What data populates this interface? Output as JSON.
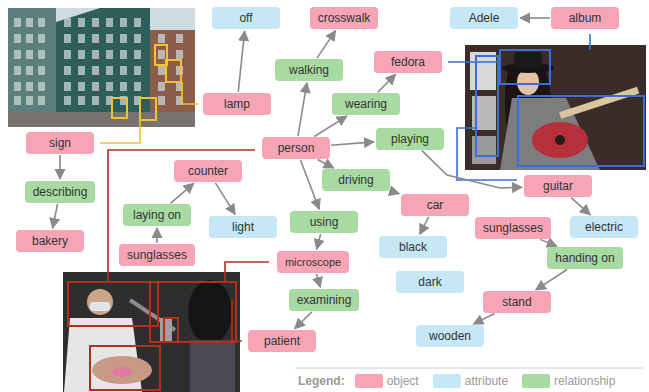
{
  "diagram": {
    "nodes": [
      {
        "text": [
          "off"
        ]
      },
      {
        "text": [
          "crosswalk"
        ]
      },
      {
        "text": [
          "Adele"
        ]
      },
      {
        "text": [
          "album"
        ]
      },
      {
        "text": [
          "walking"
        ]
      },
      {
        "text": [
          "fedora"
        ]
      },
      {
        "text": [
          "lamp"
        ]
      },
      {
        "text": [
          "wearing"
        ]
      },
      {
        "text": [
          "sign"
        ]
      },
      {
        "text": [
          "person"
        ]
      },
      {
        "text": [
          "playing"
        ]
      },
      {
        "text": [
          "counter"
        ]
      },
      {
        "text": [
          "driving"
        ]
      },
      {
        "text": [
          "describing"
        ]
      },
      {
        "text": [
          "guitar"
        ]
      },
      {
        "text": [
          "laying on"
        ]
      },
      {
        "text": [
          "car"
        ]
      },
      {
        "text": [
          "light"
        ]
      },
      {
        "text": [
          "using"
        ]
      },
      {
        "text": [
          "electric"
        ]
      },
      {
        "text": [
          "sunglasses"
        ]
      },
      {
        "text": [
          "bakery"
        ]
      },
      {
        "text": [
          "black"
        ]
      },
      {
        "text": [
          "sunglasses"
        ]
      },
      {
        "text": [
          "microscope"
        ]
      },
      {
        "text": [
          "handing on"
        ]
      },
      {
        "text": [
          "dark"
        ]
      },
      {
        "text": [
          "examining"
        ]
      },
      {
        "text": [
          "stand"
        ]
      },
      {
        "text": [
          "patient"
        ]
      },
      {
        "text": [
          "wooden"
        ]
      }
    ],
    "edges": [
      {
        "from": 6,
        "to": 0,
        "arrow": "to"
      },
      {
        "from": 9,
        "to": 4,
        "arrow": "to"
      },
      {
        "from": 4,
        "to": 1,
        "arrow": "to"
      },
      {
        "from": 9,
        "to": 7,
        "arrow": "to"
      },
      {
        "from": 7,
        "to": 5,
        "arrow": "to"
      },
      {
        "from": 3,
        "to": 2,
        "arrow": "to"
      },
      {
        "from": 9,
        "to": 10,
        "arrow": "to"
      },
      {
        "from": 10,
        "to": 14,
        "arrow": "to"
      },
      {
        "from": 9,
        "to": 12,
        "arrow": "to"
      },
      {
        "from": 12,
        "to": 16,
        "arrow": "to"
      },
      {
        "from": 16,
        "to": 22,
        "arrow": "to"
      },
      {
        "from": 9,
        "to": 18,
        "arrow": "to"
      },
      {
        "from": 18,
        "to": 24,
        "arrow": "to"
      },
      {
        "from": 24,
        "to": 27,
        "arrow": "to"
      },
      {
        "from": 27,
        "to": 29,
        "arrow": "to"
      },
      {
        "from": 8,
        "to": 13,
        "arrow": "to"
      },
      {
        "from": 13,
        "to": 21,
        "arrow": "to"
      },
      {
        "from": 23,
        "to": 15,
        "arrow": "to"
      },
      {
        "from": 15,
        "to": 11,
        "arrow": "to"
      },
      {
        "from": 11,
        "to": 17,
        "arrow": "to"
      },
      {
        "from": 14,
        "to": 19,
        "arrow": "to"
      },
      {
        "from": 20,
        "to": 25,
        "arrow": "to"
      },
      {
        "from": 25,
        "to": 28,
        "arrow": "to"
      },
      {
        "from": 28,
        "to": 30,
        "arrow": "to"
      }
    ],
    "labels": [
      "Legend:"
    ],
    "legend": [
      {
        "text": "object",
        "color": "#f6a5b6"
      },
      {
        "text": "attribute",
        "color": "#c6e7f6"
      },
      {
        "text": "relationship",
        "color": "#a8dba1"
      }
    ]
  }
}
